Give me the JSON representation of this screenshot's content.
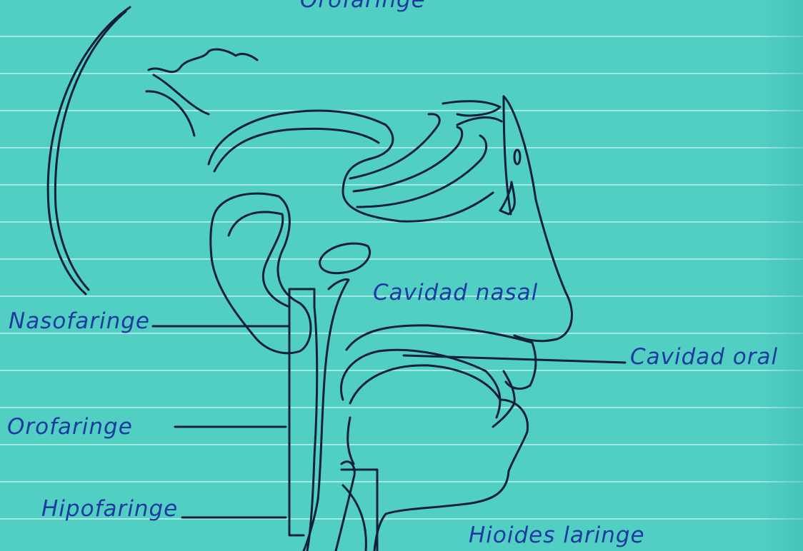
{
  "labels": {
    "top": "Orofaringe",
    "nasofaringe": "Nasofaringe",
    "orofaringe": "Orofaringe",
    "hipofaringe": "Hipofaringe",
    "cavidad_nasal": "Cavidad nasal",
    "cavidad_oral": "Cavidad oral",
    "hioides_laringe": "Hioides laringe"
  },
  "colors": {
    "paper": "#52cfc3",
    "ink": "#12203a",
    "label_ink": "#1d3aa0"
  }
}
